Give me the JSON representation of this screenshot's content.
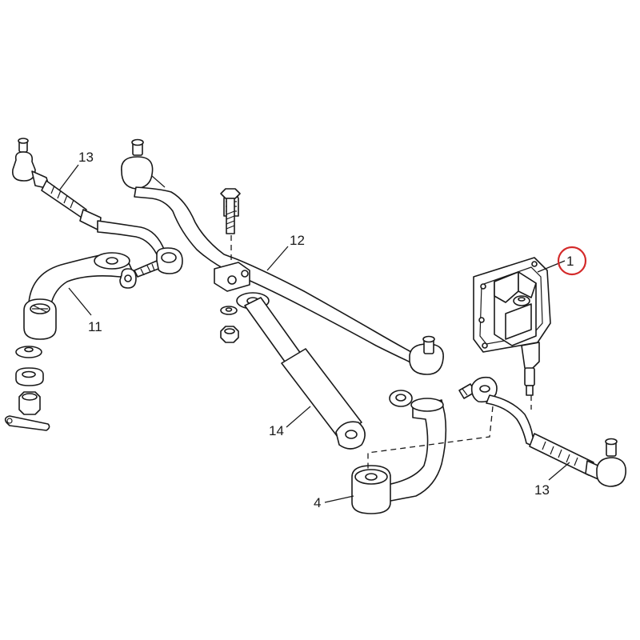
{
  "callouts": {
    "c13_left": "13",
    "c12": "12",
    "c11": "11",
    "c14": "14",
    "c4": "4",
    "c13_right": "13",
    "c1": "1"
  },
  "highlight_color": "#d42a2a"
}
